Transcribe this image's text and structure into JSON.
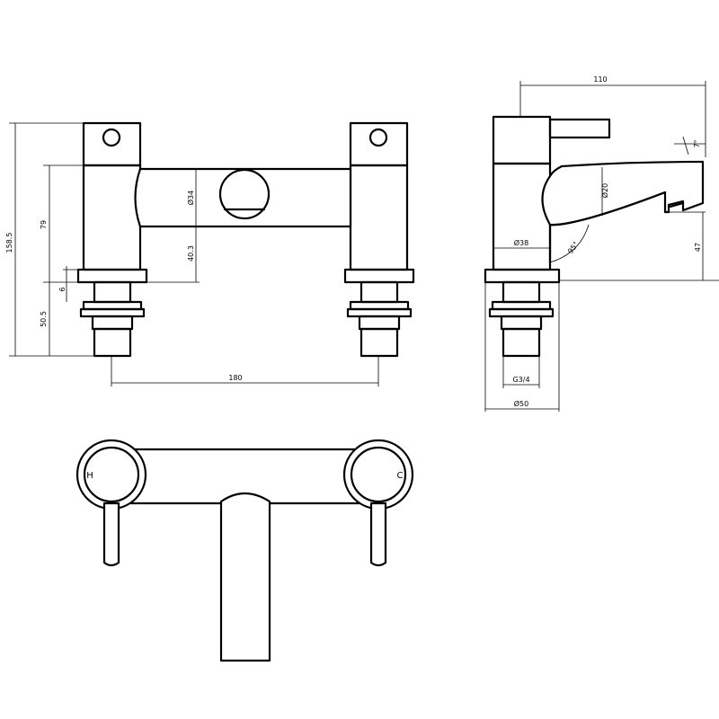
{
  "dimensions": {
    "overall_height": "158.5",
    "height_79": "79",
    "height_40_3": "40.3",
    "thread_6": "6",
    "thread_length": "50.5",
    "centres": "180",
    "body_diameter": "Ø34",
    "reach": "110",
    "spout_diameter": "Ø20",
    "base_diameter": "Ø38",
    "spout_height": "47",
    "tilt": "7°",
    "angle": "95°",
    "thread_size": "G3/4",
    "flange_diameter": "Ø50"
  },
  "handle_marks": {
    "hot": "H",
    "cold": "C"
  }
}
